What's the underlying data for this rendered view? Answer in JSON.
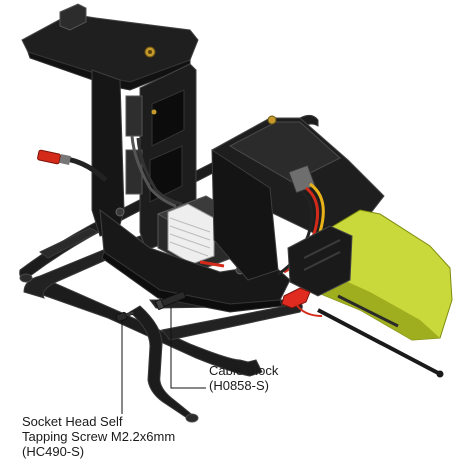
{
  "callouts": {
    "cable_block": {
      "name": "Cable Block",
      "part_number": "(H0858-S)"
    },
    "screw": {
      "line1": "Socket Head Self",
      "line2": "Tapping Screw M2.2x6mm",
      "part_number": "(HC490-S)"
    }
  },
  "colors": {
    "frame": "#1c1c1c",
    "frame_edge": "#3a3a3a",
    "frame_highlight": "#5a5a5a",
    "boom": "#c9d83a",
    "boom_shade": "#9fae1f",
    "wire_red": "#d42a1a",
    "wire_yellow": "#e8b319",
    "accent_red": "#e02b20",
    "brass": "#c69a2c",
    "servo_gray": "#8a8a8a",
    "band_white": "#eeeeee",
    "leader": "#111111"
  }
}
